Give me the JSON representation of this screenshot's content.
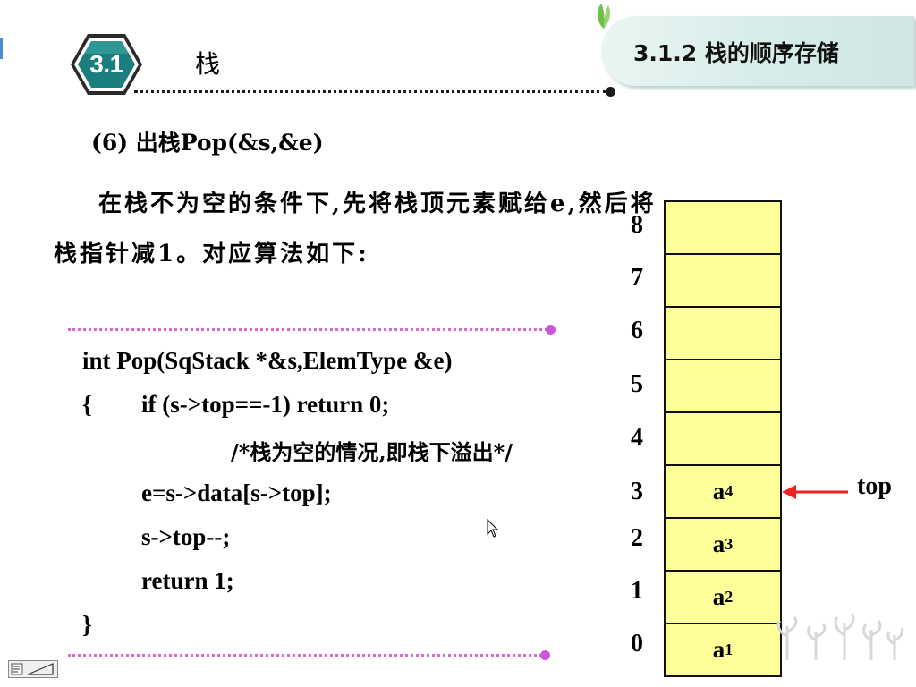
{
  "header": {
    "badge": "3.1",
    "section_title": "栈",
    "subsection_title": "3.1.2  栈的顺序存储"
  },
  "content": {
    "heading": "(6) 出栈Pop(&s,&e)",
    "paragraph": "在栈不为空的条件下,先将栈顶元素赋给e,然后将栈指针减1。对应算法如下:"
  },
  "code": [
    "int Pop(SqStack *&s,ElemType &e)",
    "{",
    "if (s->top==-1) return 0;",
    "/*栈为空的情况,即栈下溢出*/",
    "e=s->data[s->top];",
    "s->top--;",
    "return 1;",
    "}"
  ],
  "stack": {
    "indices": [
      "8",
      "7",
      "6",
      "5",
      "4",
      "3",
      "2",
      "1",
      "0"
    ],
    "cells": [
      {
        "base": "",
        "sub": ""
      },
      {
        "base": "",
        "sub": ""
      },
      {
        "base": "",
        "sub": ""
      },
      {
        "base": "",
        "sub": ""
      },
      {
        "base": "",
        "sub": ""
      },
      {
        "base": "a",
        "sub": "4"
      },
      {
        "base": "a",
        "sub": "3"
      },
      {
        "base": "a",
        "sub": "2"
      },
      {
        "base": "a",
        "sub": "1"
      }
    ],
    "pointer_label": "top",
    "cell_color": "#ffff99",
    "arrow_color": "#ee2222"
  },
  "colors": {
    "badge": "#1b7e7e",
    "separator": "#cc55dd",
    "pill": "#d6ece8"
  }
}
